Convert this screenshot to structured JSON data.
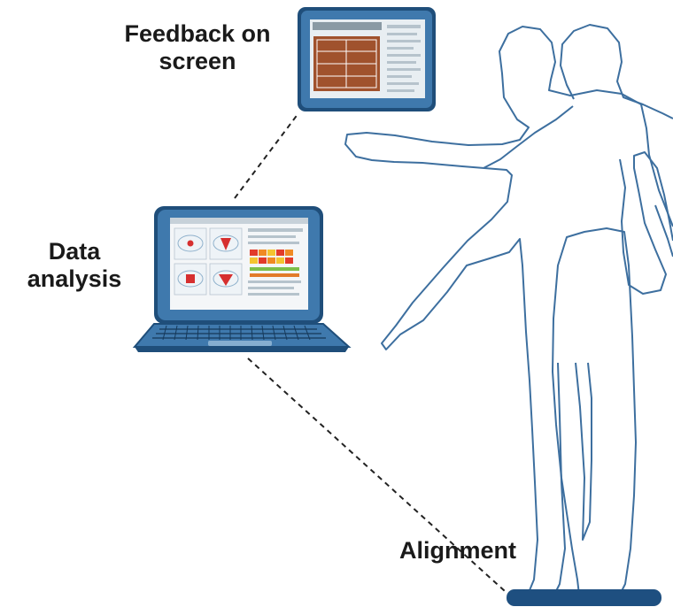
{
  "labels": {
    "feedback_line1": "Feedback on",
    "feedback_line2": "screen",
    "analysis_line1": "Data",
    "analysis_line2": "analysis",
    "alignment": "Alignment"
  },
  "colors": {
    "device_blue": "#3f79ad",
    "device_dark": "#1f4e7a",
    "figure_line": "#3d6f9f",
    "dash_line": "#222222",
    "platform": "#1e4f80",
    "court_fill": "#a0522d"
  },
  "icons": {
    "tablet": "feedback-monitor-icon",
    "laptop": "laptop-icon",
    "figures": "human-silhouette-icon",
    "platform": "balance-board-icon"
  }
}
